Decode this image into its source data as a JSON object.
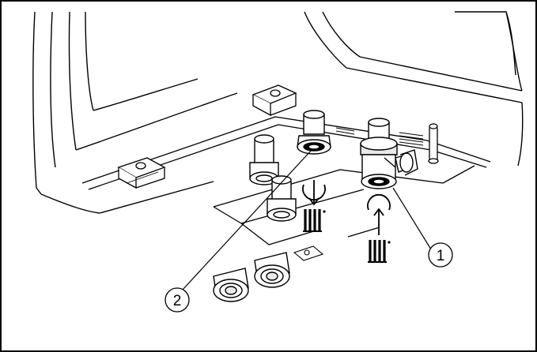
{
  "callouts": [
    {
      "number": "1"
    },
    {
      "number": "2"
    }
  ],
  "symbols": {
    "return_flow": {
      "arrow": "down",
      "icon": "radiator-icon"
    },
    "supply_flow": {
      "arrow": "up",
      "icon": "radiator-icon"
    }
  },
  "colors": {
    "line": "#000000",
    "background": "#ffffff",
    "shade": "#e9e9e9"
  }
}
